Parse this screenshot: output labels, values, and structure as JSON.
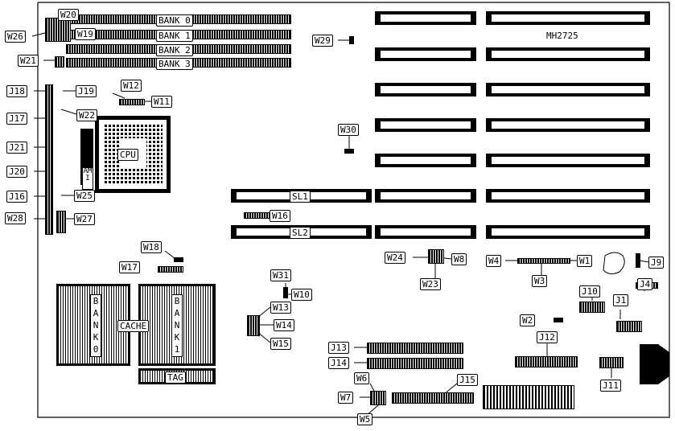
{
  "board": {
    "model": "MH2725",
    "cpu_label": "CPU",
    "cpu_vendor": "AMI",
    "cache_label": "CACHE",
    "tag_label": "TAG",
    "cache_bank0": "BANK0",
    "cache_bank1": "BANK1"
  },
  "memory_banks": [
    "BANK 0",
    "BANK 1",
    "BANK 2",
    "BANK 3"
  ],
  "slots": [
    "SL1",
    "SL2"
  ],
  "jumpers": {
    "W1": "W1",
    "W2": "W2",
    "W3": "W3",
    "W4": "W4",
    "W5": "W5",
    "W6": "W6",
    "W7": "W7",
    "W8": "W8",
    "W10": "W10",
    "W11": "W11",
    "W12": "W12",
    "W13": "W13",
    "W14": "W14",
    "W15": "W15",
    "W16": "W16",
    "W17": "W17",
    "W18": "W18",
    "W19": "W19",
    "W20": "W20",
    "W21": "W21",
    "W22": "W22",
    "W23": "W23",
    "W24": "W24",
    "W25": "W25",
    "W26": "W26",
    "W27": "W27",
    "W28": "W28",
    "W29": "W29",
    "W30": "W30",
    "W31": "W31"
  },
  "connectors": {
    "J1": "J1",
    "J4": "J4",
    "J9": "J9",
    "J10": "J10",
    "J11": "J11",
    "J12": "J12",
    "J13": "J13",
    "J14": "J14",
    "J15": "J15",
    "J16": "J16",
    "J17": "J17",
    "J18": "J18",
    "J19": "J19",
    "J20": "J20",
    "J21": "J21"
  }
}
